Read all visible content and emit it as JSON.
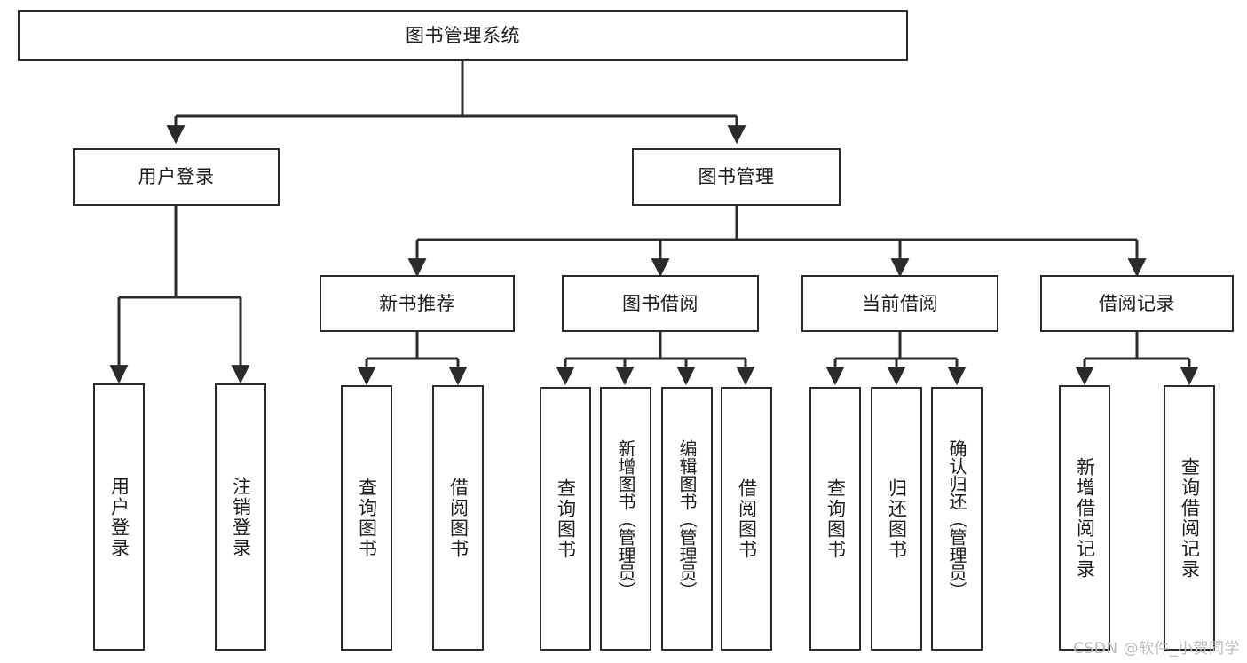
{
  "diagram": {
    "type": "tree",
    "title": "图书管理系统",
    "watermark": "CSDN @软件_小贺同学",
    "root": {
      "id": "root",
      "label": "图书管理系统"
    },
    "level2": [
      {
        "id": "user-login",
        "label": "用户登录"
      },
      {
        "id": "book-manage",
        "label": "图书管理"
      }
    ],
    "level3": [
      {
        "id": "new-book-rec",
        "label": "新书推荐",
        "parent": "book-manage"
      },
      {
        "id": "book-borrow",
        "label": "图书借阅",
        "parent": "book-manage"
      },
      {
        "id": "current-borrow",
        "label": "当前借阅",
        "parent": "book-manage"
      },
      {
        "id": "borrow-record",
        "label": "借阅记录",
        "parent": "book-manage"
      }
    ],
    "leaves": [
      {
        "id": "leaf-user-login",
        "label": "用户登录",
        "parent": "user-login"
      },
      {
        "id": "leaf-user-logout",
        "label": "注销登录",
        "parent": "user-login"
      },
      {
        "id": "leaf-query-book-1",
        "label": "查询图书",
        "parent": "new-book-rec"
      },
      {
        "id": "leaf-borrow-book-1",
        "label": "借阅图书",
        "parent": "new-book-rec"
      },
      {
        "id": "leaf-query-book-2",
        "label": "查询图书",
        "parent": "book-borrow"
      },
      {
        "id": "leaf-add-book",
        "label": "新增图书（管理员）",
        "parent": "book-borrow"
      },
      {
        "id": "leaf-edit-book",
        "label": "编辑图书（管理员）",
        "parent": "book-borrow"
      },
      {
        "id": "leaf-borrow-book-2",
        "label": "借阅图书",
        "parent": "book-borrow"
      },
      {
        "id": "leaf-query-book-3",
        "label": "查询图书",
        "parent": "current-borrow"
      },
      {
        "id": "leaf-return-book",
        "label": "归还图书",
        "parent": "current-borrow"
      },
      {
        "id": "leaf-confirm-return",
        "label": "确认归还（管理员）",
        "parent": "current-borrow"
      },
      {
        "id": "leaf-add-record",
        "label": "新增借阅记录",
        "parent": "borrow-record"
      },
      {
        "id": "leaf-query-record",
        "label": "查询借阅记录",
        "parent": "borrow-record"
      }
    ],
    "colors": {
      "stroke": "#2b2b2b",
      "fill": "#ffffff",
      "text": "#1c1c1c",
      "watermark": "#b9b9b9"
    }
  }
}
